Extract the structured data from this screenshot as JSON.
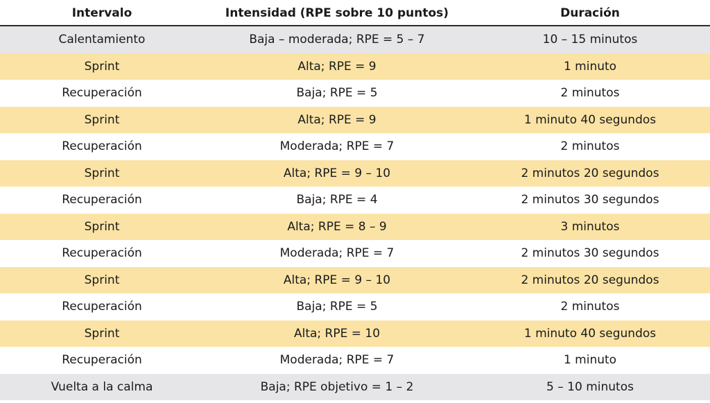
{
  "headers": {
    "interval": "Intervalo",
    "intensity": "Intensidad (RPE sobre 10 puntos)",
    "duration": "Duración"
  },
  "rows": [
    {
      "interval": "Calentamiento",
      "intensity": "Baja – moderada; RPE = 5 – 7",
      "duration": "10 – 15 minutos",
      "bg": "gray"
    },
    {
      "interval": "Sprint",
      "intensity": "Alta; RPE = 9",
      "duration": "1 minuto",
      "bg": "yellow"
    },
    {
      "interval": "Recuperación",
      "intensity": "Baja; RPE = 5",
      "duration": "2 minutos",
      "bg": "white"
    },
    {
      "interval": "Sprint",
      "intensity": "Alta; RPE = 9",
      "duration": "1 minuto 40 segundos",
      "bg": "yellow"
    },
    {
      "interval": "Recuperación",
      "intensity": "Moderada; RPE = 7",
      "duration": "2 minutos",
      "bg": "white"
    },
    {
      "interval": "Sprint",
      "intensity": "Alta; RPE = 9 – 10",
      "duration": "2 minutos 20 segundos",
      "bg": "yellow"
    },
    {
      "interval": "Recuperación",
      "intensity": "Baja; RPE = 4",
      "duration": "2 minutos 30 segundos",
      "bg": "white"
    },
    {
      "interval": "Sprint",
      "intensity": "Alta; RPE = 8 – 9",
      "duration": "3 minutos",
      "bg": "yellow"
    },
    {
      "interval": "Recuperación",
      "intensity": "Moderada; RPE = 7",
      "duration": "2 minutos 30 segundos",
      "bg": "white"
    },
    {
      "interval": "Sprint",
      "intensity": "Alta; RPE = 9 – 10",
      "duration": "2 minutos 20 segundos",
      "bg": "yellow"
    },
    {
      "interval": "Recuperación",
      "intensity": "Baja; RPE = 5",
      "duration": "2 minutos",
      "bg": "white"
    },
    {
      "interval": "Sprint",
      "intensity": "Alta; RPE = 10",
      "duration": "1 minuto 40 segundos",
      "bg": "yellow"
    },
    {
      "interval": "Recuperación",
      "intensity": "Moderada; RPE = 7",
      "duration": "1 minuto",
      "bg": "white"
    },
    {
      "interval": "Vuelta a la calma",
      "intensity": "Baja; RPE objetivo = 1 – 2",
      "duration": "5 – 10 minutos",
      "bg": "gray"
    }
  ],
  "colors": {
    "gray_row": "#e6e6e8",
    "yellow_row": "#fae3a5",
    "header_rule": "#2b2b2b"
  }
}
